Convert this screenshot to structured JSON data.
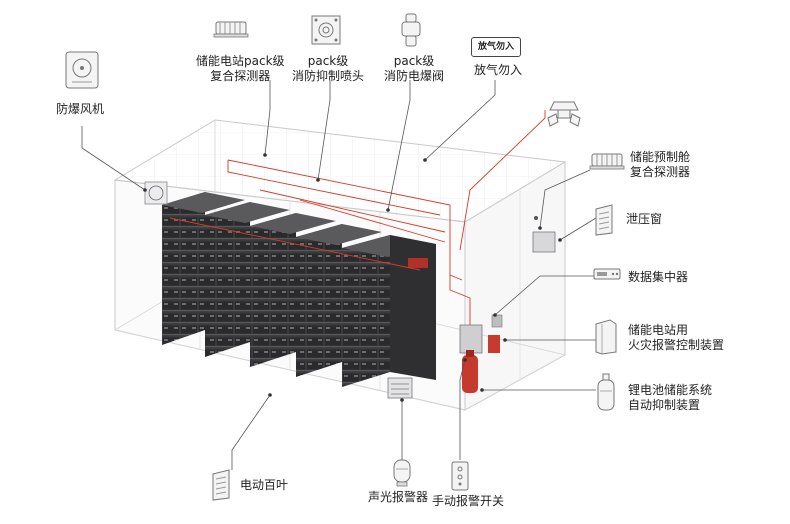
{
  "labels": {
    "fan": "防爆风机",
    "pack_detector": "储能电站pack级\n复合探测器",
    "pack_sprinkler": "pack级\n消防抑制喷头",
    "pack_valve": "pack级\n消防电爆阀",
    "no_gas": "放气勿入",
    "cabin_detector": "储能预制舱\n复合探测器",
    "vent_window": "泄压窗",
    "data_hub": "数据集中器",
    "fire_alarm_ctrl": "储能电站用\n火灾报警控制装置",
    "suppression": "锂电池储能系统\n自动抑制装置",
    "louver": "电动百叶",
    "sound_light": "声光报警器",
    "manual_switch": "手动报警开关"
  },
  "icon_texts": {
    "no_gas_sign": "放气勿入"
  },
  "colors": {
    "accent": "#d23b2c",
    "rack": "#3a3a3c",
    "leader": "#555555",
    "container_line": "#c9c9cc"
  }
}
